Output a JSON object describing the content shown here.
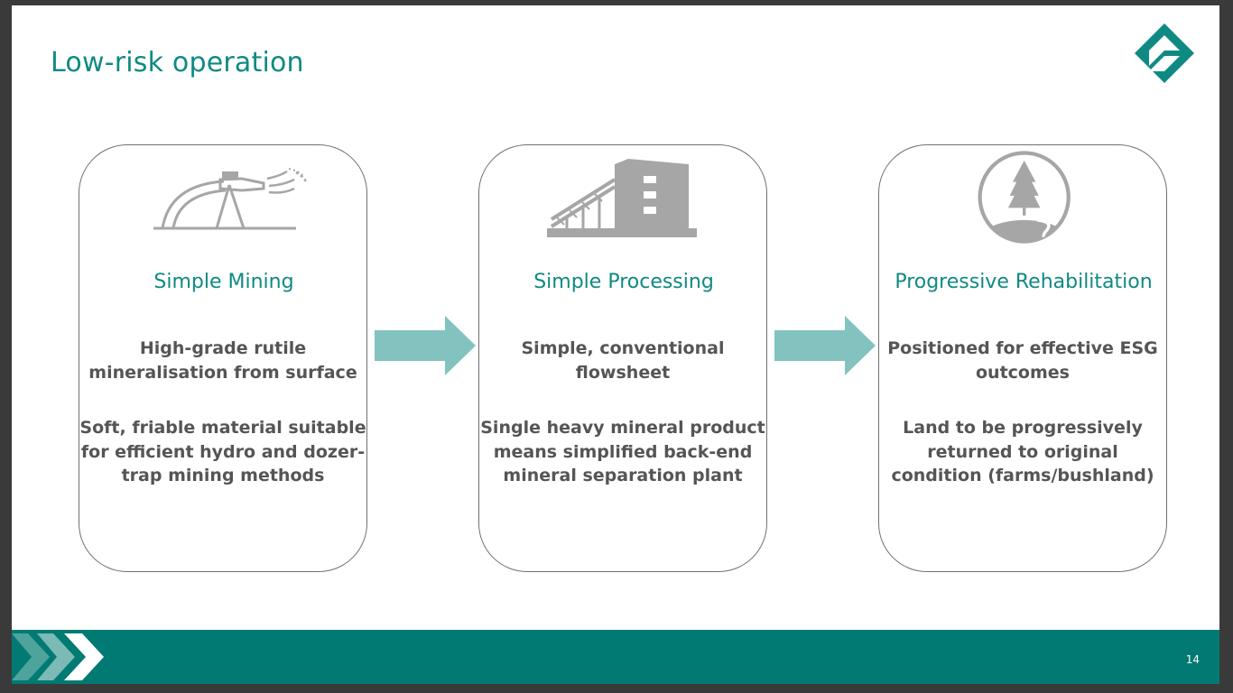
{
  "slide": {
    "title": "Low-risk operation",
    "page_number": "14"
  },
  "cards": [
    {
      "icon": "hydro-mining-monitor-icon",
      "heading": "Simple Mining",
      "paragraphs": [
        "High-grade rutile mineralisation from surface",
        "Soft, friable material suitable for efficient hydro and dozer-trap mining methods"
      ]
    },
    {
      "icon": "processing-plant-icon",
      "heading": "Simple Processing",
      "paragraphs": [
        "Simple, conventional flowsheet",
        "Single heavy mineral product means simplified back-end mineral separation plant"
      ]
    },
    {
      "icon": "tree-landscape-icon",
      "heading": "Progressive Rehabilitation",
      "paragraphs": [
        "Positioned for effective ESG outcomes",
        "Land to be progressively returned to original condition (farms/bushland)"
      ]
    }
  ],
  "colors": {
    "accent": "#0f8a83",
    "footer": "#007a73",
    "arrow": "#82c3bf",
    "icon_grey": "#a6a6a6",
    "text": "#555555"
  }
}
